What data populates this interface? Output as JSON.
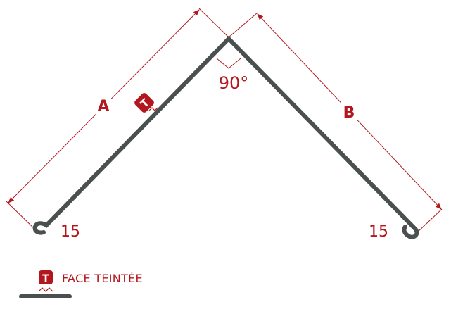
{
  "diagram": {
    "angle_label": "90°",
    "dimension_a_label": "A",
    "dimension_b_label": "B",
    "left_hem_label": "15",
    "right_hem_label": "15",
    "tint_badge_letter": "T"
  },
  "legend": {
    "badge_letter": "T",
    "label": "FACE TEINTÉE"
  },
  "colors": {
    "profile": "#4a4f4f",
    "accent": "#b3161c",
    "background": "#ffffff"
  }
}
